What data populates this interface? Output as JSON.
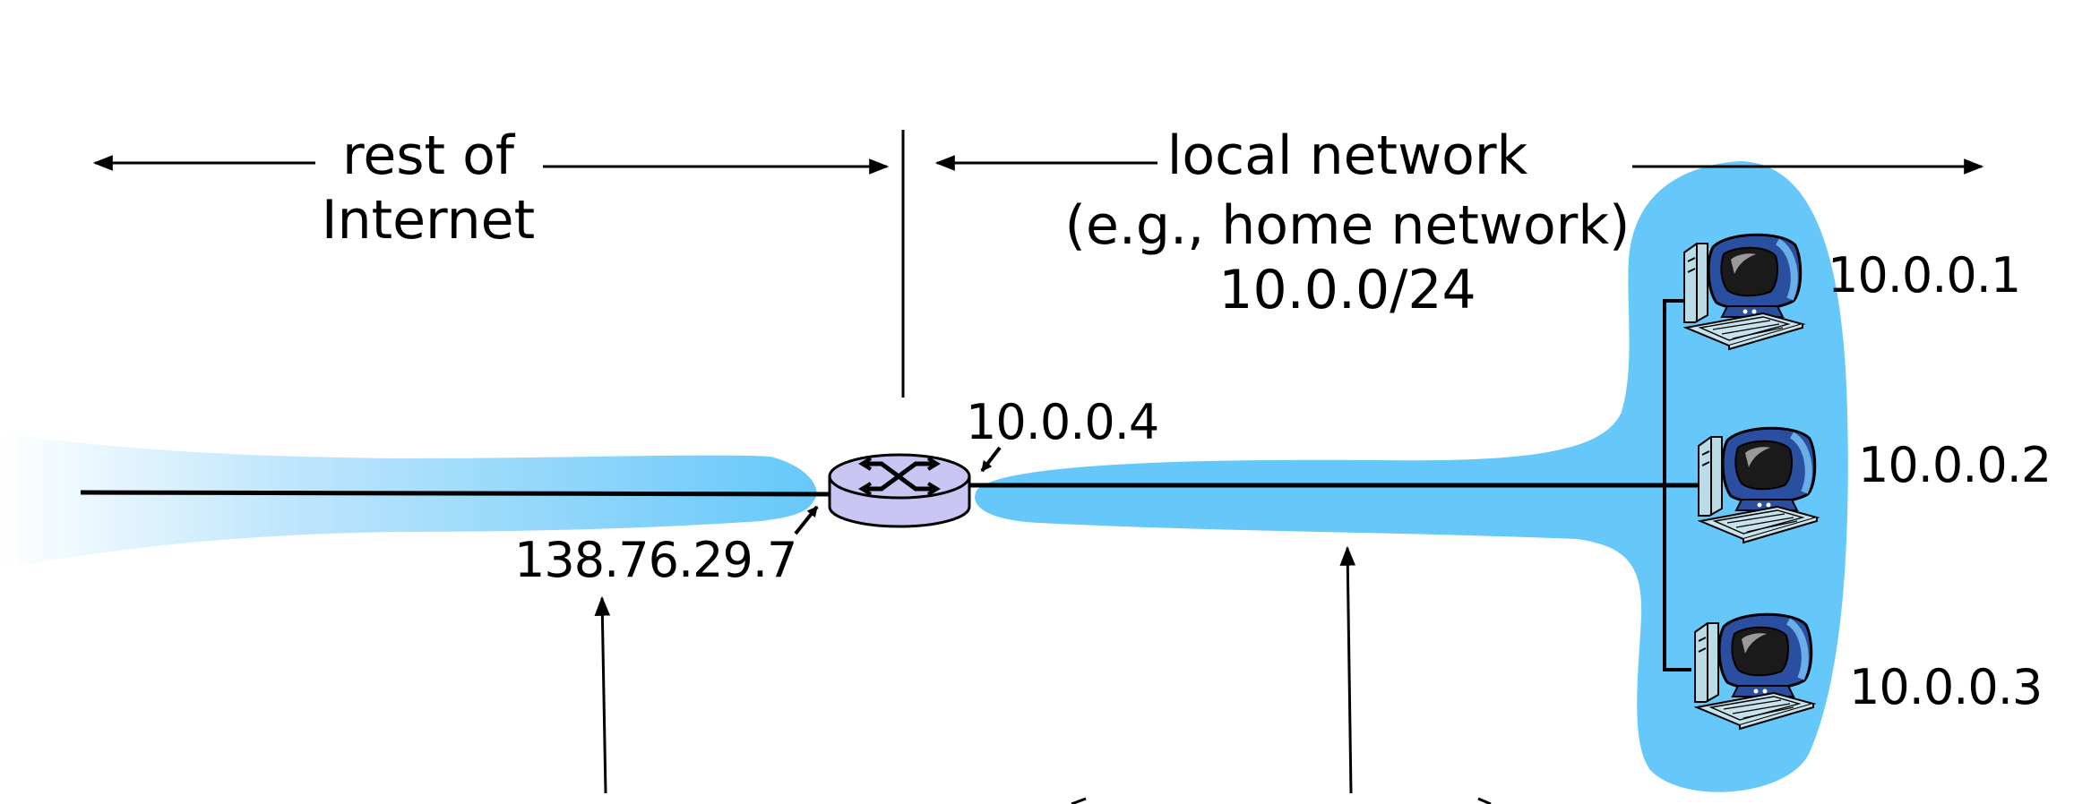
{
  "labels": {
    "rest_of_internet_line1": "rest of",
    "rest_of_internet_line2": "Internet",
    "local_network_line1": "local network",
    "local_network_line2": "(e.g., home network)",
    "local_network_subnet": "10.0.0/24",
    "router_lan_ip": "10.0.0.4",
    "router_wan_ip": "138.76.29.7"
  },
  "hosts": [
    {
      "ip": "10.0.0.1"
    },
    {
      "ip": "10.0.0.2"
    },
    {
      "ip": "10.0.0.3"
    }
  ],
  "colors": {
    "network_fill": "#66c8fa",
    "router_fill": "#c9c6f3",
    "monitor_body": "#2a4fa0",
    "monitor_highlight": "#6aaee8",
    "tower_fill": "#b9dce6",
    "keyboard_fill": "#c7e3ec",
    "line": "#000000"
  },
  "icons": {
    "router": "router-icon",
    "host": "desktop-computer-icon"
  }
}
